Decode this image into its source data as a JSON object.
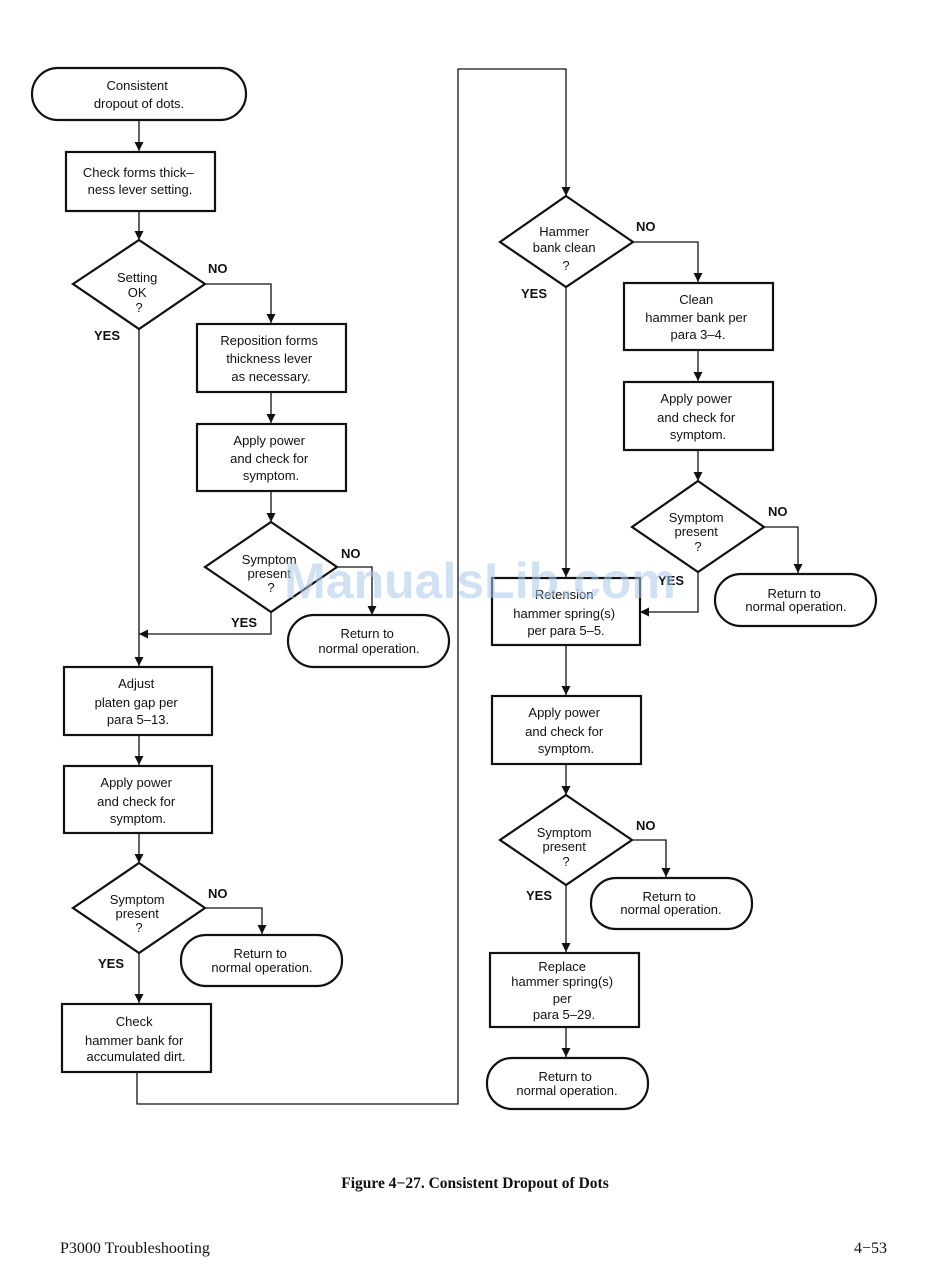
{
  "nodes": {
    "start": [
      "Consistent",
      "dropout of dots."
    ],
    "check_forms": [
      "Check forms thick–",
      "ness lever setting."
    ],
    "setting_ok": [
      "Setting",
      "OK",
      "?"
    ],
    "reposition": [
      "Reposition forms",
      "thickness lever",
      "as necessary."
    ],
    "apply_power_1": [
      "Apply power",
      "and check for",
      "symptom."
    ],
    "symptom_1": [
      "Symptom",
      "present",
      "?"
    ],
    "return_1": [
      "Return to",
      "normal operation."
    ],
    "adjust_platen": [
      "Adjust",
      "platen gap per",
      "para 5–13."
    ],
    "apply_power_2": [
      "Apply power",
      "and check for",
      "symptom."
    ],
    "symptom_2": [
      "Symptom",
      "present",
      "?"
    ],
    "return_2": [
      "Return to",
      "normal operation."
    ],
    "check_hammer": [
      "Check",
      "hammer bank for",
      "accumulated dirt."
    ],
    "hammer_clean": [
      "Hammer",
      "bank clean",
      "?"
    ],
    "clean_hammer": [
      "Clean",
      "hammer bank per",
      "para 3–4."
    ],
    "apply_power_3": [
      "Apply power",
      "and check for",
      "symptom."
    ],
    "symptom_3": [
      "Symptom",
      "present",
      "?"
    ],
    "return_3": [
      "Return to",
      "normal operation."
    ],
    "retension": [
      "Retension",
      "hammer spring(s)",
      "per para 5–5."
    ],
    "apply_power_4": [
      "Apply power",
      "and check for",
      "symptom."
    ],
    "symptom_4": [
      "Symptom",
      "present",
      "?"
    ],
    "return_4": [
      "Return to",
      "normal operation."
    ],
    "replace_spring": [
      "Replace",
      "hammer spring(s)",
      "per",
      "para 5–29."
    ],
    "return_5": [
      "Return to",
      "normal operation."
    ]
  },
  "edge_labels": {
    "yes": "YES",
    "no": "NO"
  },
  "figure_caption": "Figure 4−27. Consistent Dropout of Dots",
  "footer": {
    "left": "P3000 Troubleshooting",
    "right": "4−53"
  },
  "watermark": "ManualsLib.com"
}
